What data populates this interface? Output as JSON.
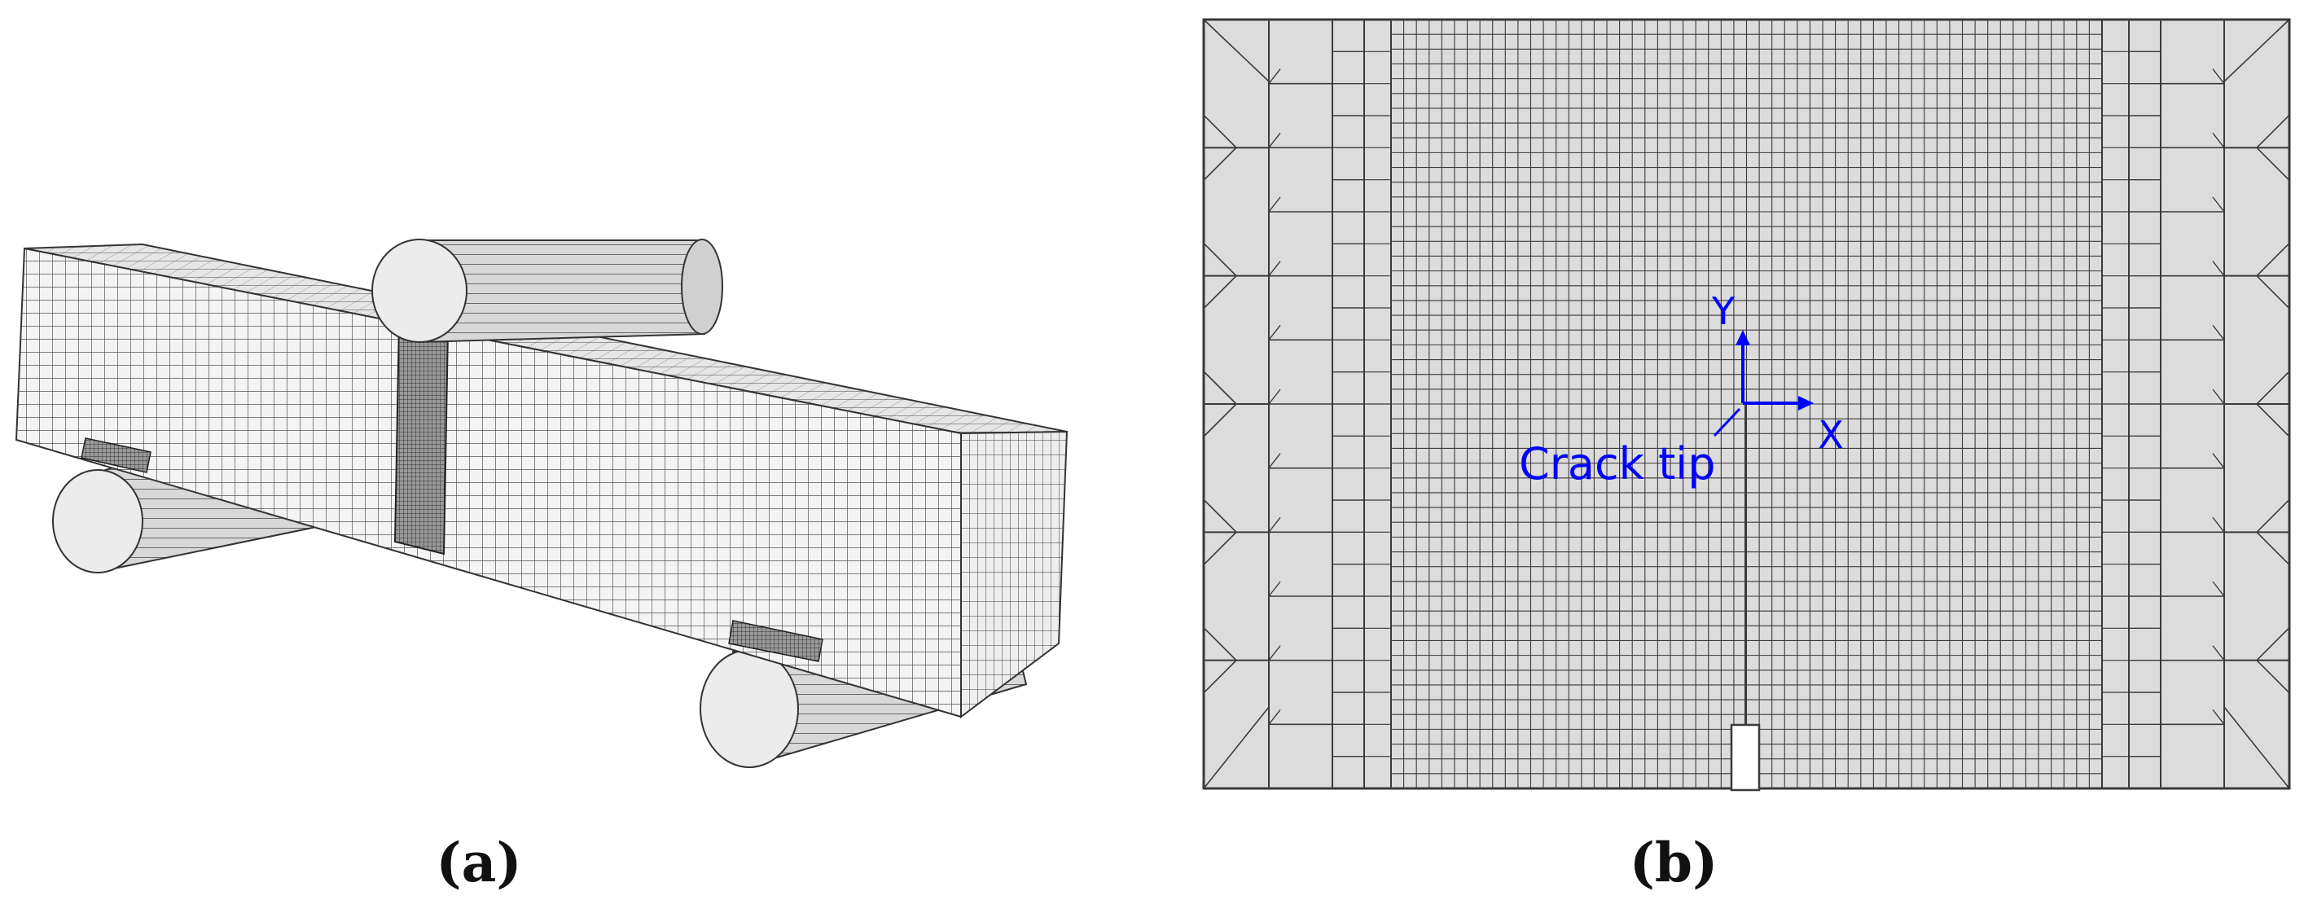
{
  "figure": {
    "panels": [
      {
        "id": "a",
        "caption": "(a)",
        "subject": "3D beam mesh on roller supports"
      },
      {
        "id": "b",
        "caption": "(b)",
        "subject": "2D mesh around notch"
      }
    ],
    "annotations": {
      "axis_y": "Y",
      "axis_x": "X",
      "crack_tip_label": "Crack tip"
    },
    "colors": {
      "mesh_fill": "#dcdcdc",
      "mesh_line": "#3a3a3a",
      "annotation": "#0000ff"
    }
  }
}
